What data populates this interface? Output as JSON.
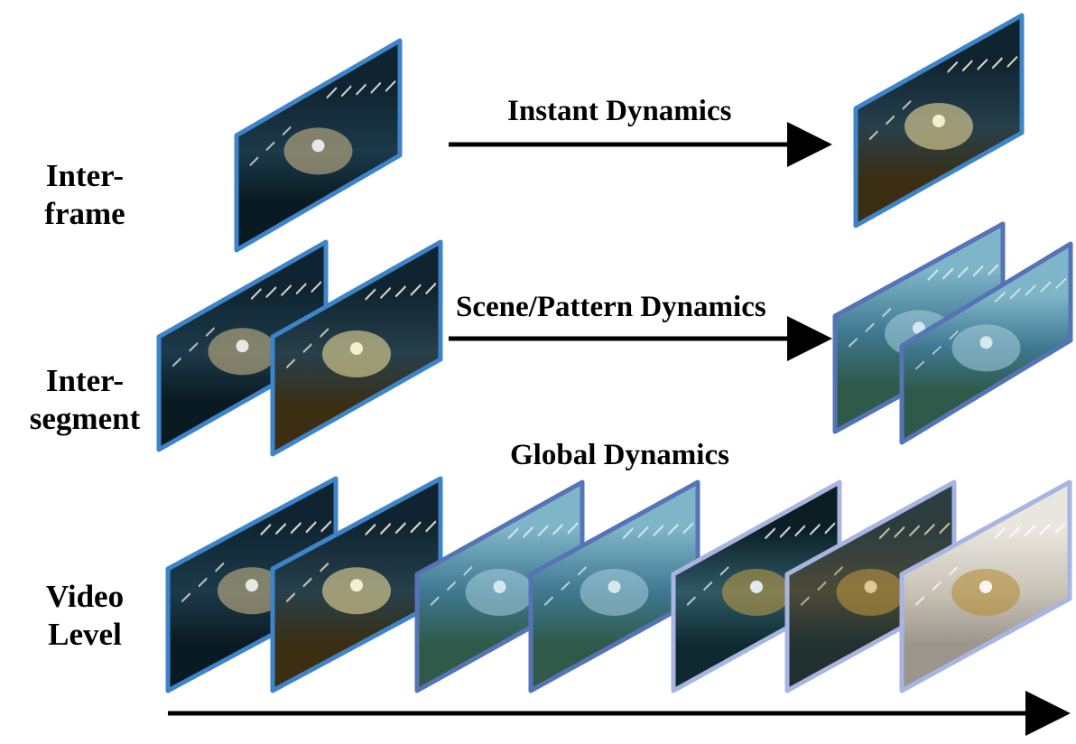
{
  "rows": {
    "inter_frame": {
      "label_line1": "Inter-",
      "label_line2": "frame",
      "dynamics_label": "Instant Dynamics"
    },
    "inter_segment": {
      "label_line1": "Inter-",
      "label_line2": "segment",
      "dynamics_label": "Scene/Pattern  Dynamics"
    },
    "video_level": {
      "label_line1": "Video",
      "label_line2": "Level",
      "dynamics_label": "Global Dynamics"
    }
  },
  "frame_themes": {
    "tunnel_dark": {
      "sky": "#0f2430",
      "mid": "#1c3a4a",
      "ground": "#0a1a22",
      "light": "#f2f2f2",
      "glow": "#d9c08a"
    },
    "tunnel_lit": {
      "sky": "#0f2430",
      "mid": "#27404c",
      "ground": "#3b2e12",
      "light": "#fff6d8",
      "glow": "#ffe9a0"
    },
    "field_sky": {
      "sky": "#7fb5c9",
      "mid": "#3e7890",
      "ground": "#2f5a4a",
      "light": "#dfeef4",
      "glow": "#a7d0de"
    },
    "scifi_corridor": {
      "sky": "#0c1e24",
      "mid": "#2f5a66",
      "ground": "#0e2a30",
      "light": "#e8f6ff",
      "glow": "#c8a046"
    },
    "gold_creature": {
      "sky": "#2c3d40",
      "mid": "#4b4a38",
      "ground": "#22302f",
      "light": "#e6d3a0",
      "glow": "#c29a40"
    },
    "gold_arch_plaza": {
      "sky": "#e9e6df",
      "mid": "#c9c2b6",
      "ground": "#9b958c",
      "light": "#ffffff",
      "glow": "#b38a2c"
    }
  },
  "colors": {
    "frame_border_blue": "#3d84c9",
    "frame_border_indigo": "#5673b6",
    "frame_border_lavender": "#a8b4e2",
    "arrow": "#000000"
  }
}
